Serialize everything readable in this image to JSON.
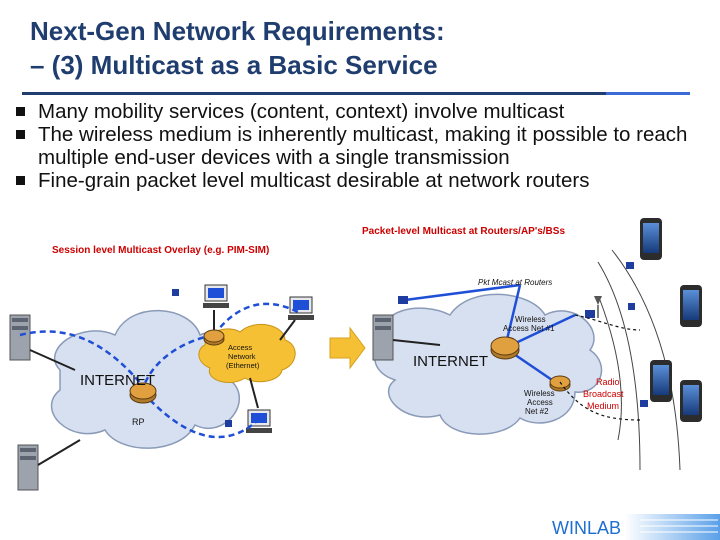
{
  "title": {
    "line1": "Next-Gen Network Requirements:",
    "line2": "– (3) Multicast as a Basic Service"
  },
  "bullets": [
    "Many mobility services (content, context) involve multicast",
    "The wireless medium is inherently multicast, making it possible to reach multiple end-user devices with a single transmission",
    "Fine-grain packet level multicast desirable at network routers"
  ],
  "diagram": {
    "packet_level_label": "Packet-level Multicast at Routers/AP's/BSs",
    "session_level_label": "Session level Multicast Overlay (e.g. PIM-SIM)",
    "pkt_mcast_routers": "Pkt Mcast at Routers",
    "internet_left": "INTERNET",
    "internet_right": "INTERNET",
    "rp_label": "RP",
    "access_network_left": "Access Network (Ethernet)",
    "wireless_net1": "Wireless Access Net #1",
    "wireless_net2": "Wireless Access Net #2",
    "radio_broadcast": "Radio Broadcast Medium"
  },
  "footer": {
    "logo_text": "WINLAB"
  },
  "colors": {
    "title": "#1f3d6e",
    "label_red": "#cc0000",
    "cloud_fill": "#d7e0f0",
    "arrow_orange": "#f5c033",
    "link_blue": "#1f4fd6"
  }
}
